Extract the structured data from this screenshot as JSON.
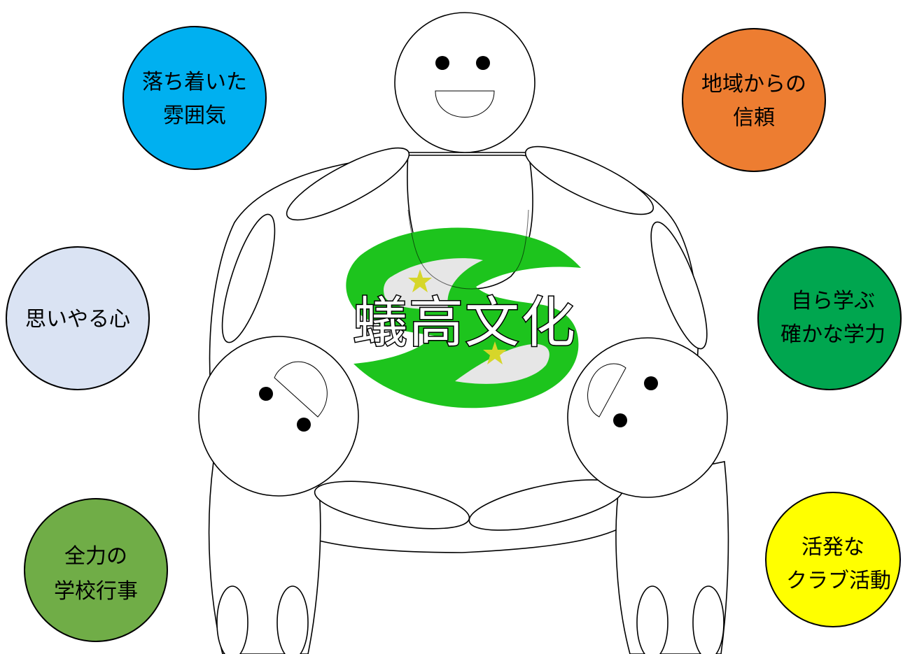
{
  "title": "蟻高文化",
  "colors": {
    "logo_green": "#1dc41d",
    "logo_inner": "#e6e6e6",
    "star": "#d6d62a"
  },
  "bubbles": {
    "top_left": {
      "lines": [
        "落ち着いた",
        "雰囲気"
      ],
      "color": "#00b0f0"
    },
    "top_right": {
      "lines": [
        "地域からの",
        "信頼"
      ],
      "color": "#ed7d31"
    },
    "mid_left": {
      "lines": [
        "思いやる心"
      ],
      "color": "#dae3f3"
    },
    "mid_right": {
      "lines": [
        "自ら学ぶ",
        "確かな学力"
      ],
      "color": "#00a64f"
    },
    "bottom_left": {
      "lines": [
        "全力の",
        "学校行事"
      ],
      "color": "#70ad47"
    },
    "bottom_right": {
      "lines": [
        "活発な",
        "クラブ活動"
      ],
      "color": "#ffff00"
    }
  }
}
